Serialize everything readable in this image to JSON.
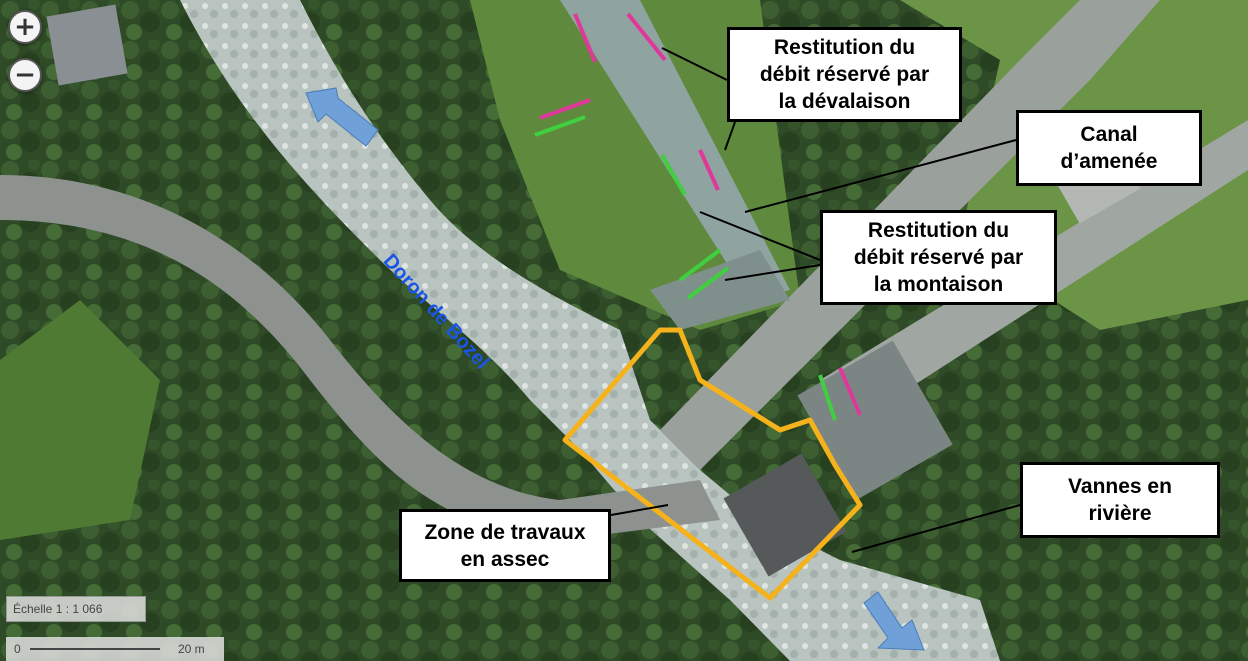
{
  "map": {
    "zoom_in_label": "+",
    "zoom_out_label": "−",
    "river_name": "Doron de Bozel",
    "scale": {
      "ratio_text": "Échelle 1 : 1 066",
      "bar_start": "0",
      "bar_end": "20 m"
    },
    "labels": {
      "devalaison": [
        "Restitution du",
        "débit réservé par",
        "la dévalaison"
      ],
      "canal": [
        "Canal",
        "d’amenée"
      ],
      "montaison": [
        "Restitution du",
        "débit réservé par",
        "la montaison"
      ],
      "travaux": [
        "Zone de travaux",
        "en assec"
      ],
      "vannes": [
        "Vannes en",
        "rivière"
      ]
    },
    "colors": {
      "work_zone_outline": "#f5b21a",
      "flow_arrow": "#6fa0d8",
      "river_name": "#1a56e6",
      "fish_arrow_pink": "#e0389a",
      "fish_arrow_green": "#3fcf3f"
    }
  }
}
